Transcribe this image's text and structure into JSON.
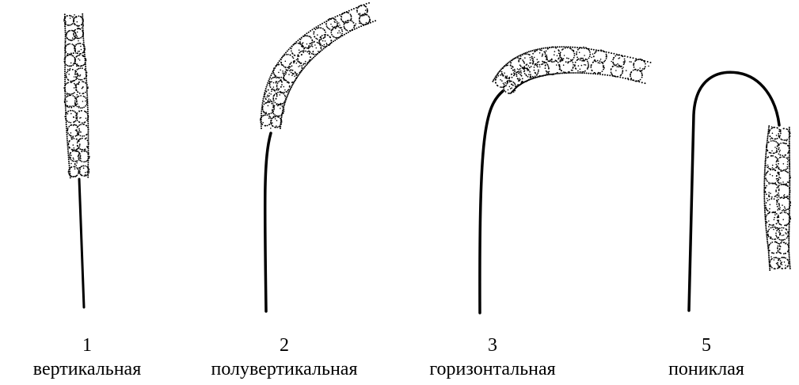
{
  "figures": [
    {
      "number": "1",
      "label": "вертикальная"
    },
    {
      "number": "2",
      "label": "полувертикальная"
    },
    {
      "number": "3",
      "label": "горизонтальная"
    },
    {
      "number": "5",
      "label": "пониклая"
    }
  ],
  "colors": {
    "ink": "#000000",
    "background": "#ffffff"
  }
}
